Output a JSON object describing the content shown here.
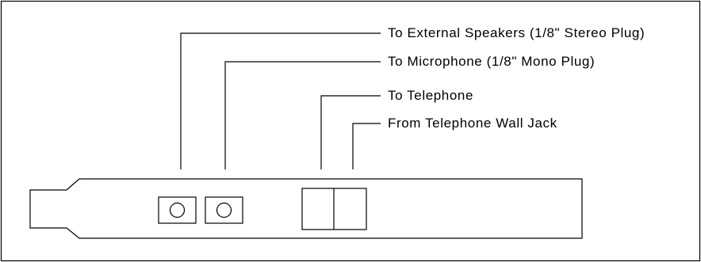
{
  "diagram": {
    "callouts": [
      {
        "text": "To External Speakers (1/8\" Stereo Plug)"
      },
      {
        "text": "To Microphone (1/8\" Mono Plug)"
      },
      {
        "text": "To Telephone"
      },
      {
        "text": "From Telephone Wall Jack"
      }
    ],
    "colors": {
      "stroke": "#000000",
      "background": "#ffffff"
    }
  }
}
